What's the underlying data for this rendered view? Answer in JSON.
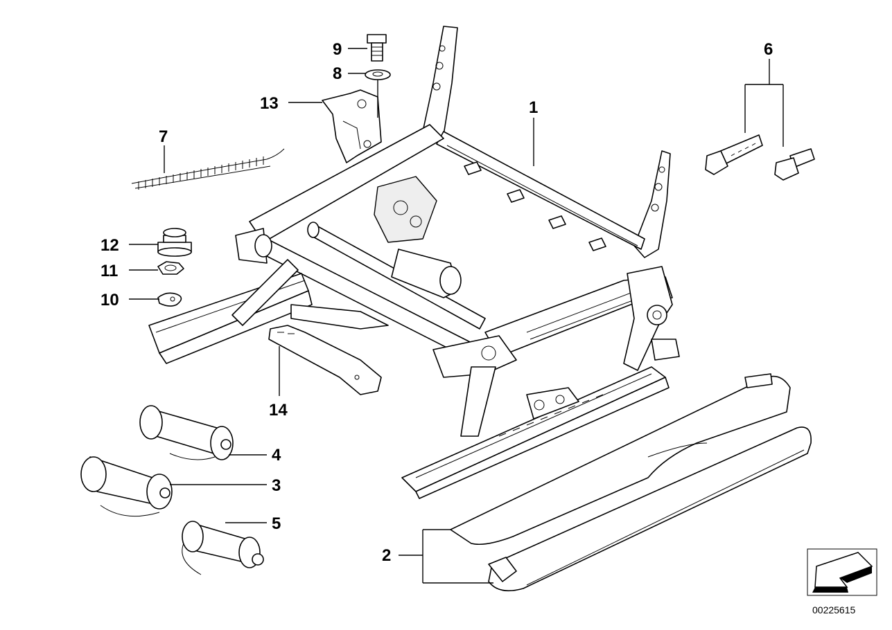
{
  "diagram": {
    "callouts": [
      {
        "id": "1",
        "label": "1"
      },
      {
        "id": "2",
        "label": "2"
      },
      {
        "id": "3",
        "label": "3"
      },
      {
        "id": "4",
        "label": "4"
      },
      {
        "id": "5",
        "label": "5"
      },
      {
        "id": "6",
        "label": "6"
      },
      {
        "id": "7",
        "label": "7"
      },
      {
        "id": "8",
        "label": "8"
      },
      {
        "id": "9",
        "label": "9"
      },
      {
        "id": "10",
        "label": "10"
      },
      {
        "id": "11",
        "label": "11"
      },
      {
        "id": "12",
        "label": "12"
      },
      {
        "id": "13",
        "label": "13"
      },
      {
        "id": "14",
        "label": "14"
      }
    ],
    "document_id": "00225615",
    "orientation_icon": "direction-arrow-icon"
  }
}
